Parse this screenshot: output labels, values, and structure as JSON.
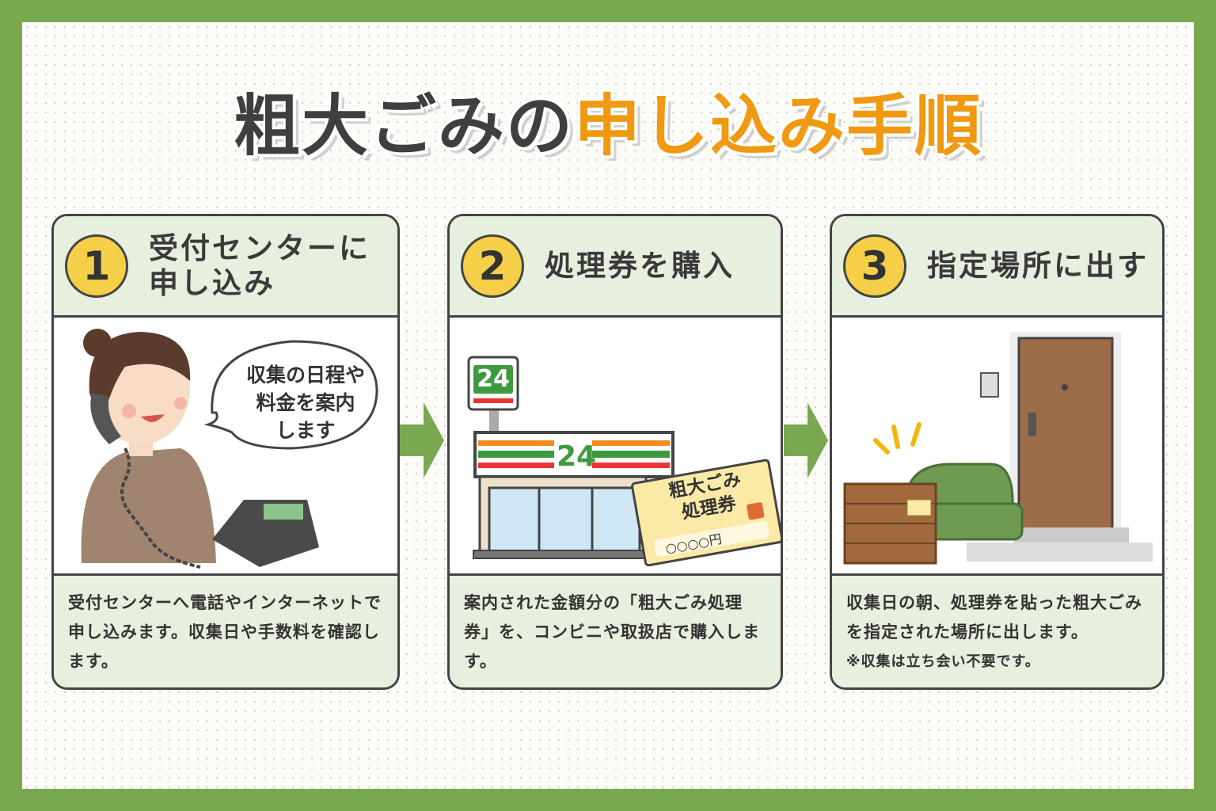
{
  "title": {
    "part1": "粗大ごみの",
    "part2": "申し込み手順"
  },
  "colors": {
    "frame": "#7aa851",
    "accent": "#ef9a12",
    "panel": "#e7efdf",
    "badge": "#f6cf49"
  },
  "steps": [
    {
      "number": "1",
      "title_line1": "受付センターに",
      "title_line2": "申し込み",
      "bubble": [
        "収集の日程や",
        "料金を案内",
        "します"
      ],
      "description": "受付センターへ電話やインターネットで申し込みます。収集日や手数料を確認します。"
    },
    {
      "number": "2",
      "title_line1": "処理券を購入",
      "store_sign": "24",
      "ticket": {
        "line1": "粗大ごみ",
        "line2": "処理券",
        "price": "○○○○円"
      },
      "description": "案内された金額分の「粗大ごみ処理券」を、コンビニや取扱店で購入します。"
    },
    {
      "number": "3",
      "title_line1": "指定場所に出す",
      "description": "収集日の朝、処理券を貼った粗大ごみを指定された場所に出します。",
      "note": "※収集は立ち会い不要です。"
    }
  ]
}
